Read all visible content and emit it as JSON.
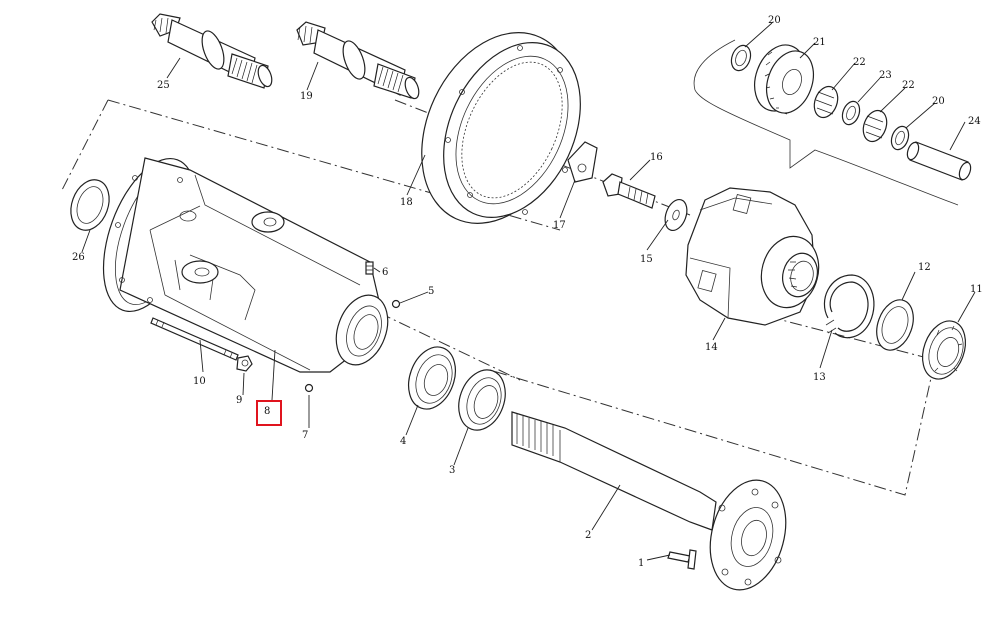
{
  "diagram": {
    "highlight_color": "#e0141e",
    "highlighted_part": "8",
    "parts": [
      {
        "id": "p1",
        "number": "1"
      },
      {
        "id": "p2",
        "number": "2"
      },
      {
        "id": "p3",
        "number": "3"
      },
      {
        "id": "p4",
        "number": "4"
      },
      {
        "id": "p5",
        "number": "5"
      },
      {
        "id": "p6",
        "number": "6"
      },
      {
        "id": "p7",
        "number": "7"
      },
      {
        "id": "p8",
        "number": "8"
      },
      {
        "id": "p9",
        "number": "9"
      },
      {
        "id": "p10",
        "number": "10"
      },
      {
        "id": "p11",
        "number": "11"
      },
      {
        "id": "p12",
        "number": "12"
      },
      {
        "id": "p13",
        "number": "13"
      },
      {
        "id": "p14",
        "number": "14"
      },
      {
        "id": "p15",
        "number": "15"
      },
      {
        "id": "p16",
        "number": "16"
      },
      {
        "id": "p17",
        "number": "17"
      },
      {
        "id": "p18",
        "number": "18"
      },
      {
        "id": "p19",
        "number": "19"
      },
      {
        "id": "p20a",
        "number": "20"
      },
      {
        "id": "p20b",
        "number": "20"
      },
      {
        "id": "p21",
        "number": "21"
      },
      {
        "id": "p22a",
        "number": "22"
      },
      {
        "id": "p22b",
        "number": "22"
      },
      {
        "id": "p23",
        "number": "23"
      },
      {
        "id": "p24",
        "number": "24"
      },
      {
        "id": "p25",
        "number": "25"
      },
      {
        "id": "p26",
        "number": "26"
      }
    ]
  }
}
